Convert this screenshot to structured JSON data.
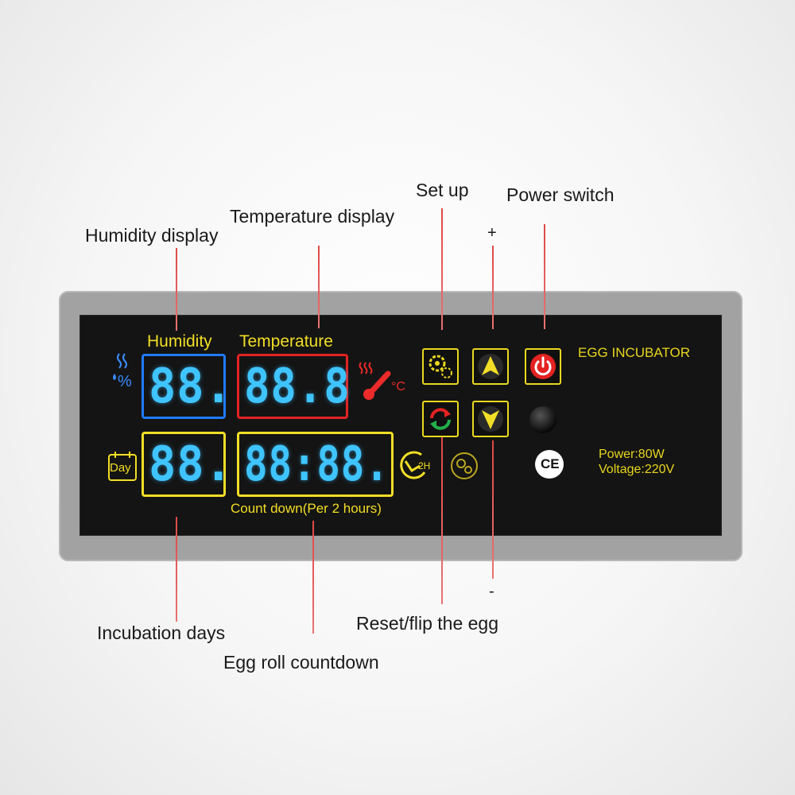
{
  "callouts": {
    "set_up": "Set up",
    "power_switch": "Power switch",
    "temperature_display": "Temperature display",
    "humidity_display": "Humidity display",
    "plus": "+",
    "minus": "-",
    "incubation_days": "Incubation days",
    "reset_flip": "Reset/flip the egg",
    "egg_roll_countdown": "Egg roll countdown"
  },
  "panel": {
    "humidity_label": "Humidity",
    "temperature_label": "Temperature",
    "humidity_digits": "88.",
    "temperature_digits": "88.8",
    "days_digits": "88.",
    "countdown_digits": "88:88.",
    "countdown_label": "Count down(Per 2 hours)",
    "title": "EGG INCUBATOR",
    "power_spec": "Power:80W",
    "voltage_spec": "Voltage:220V",
    "day_icon_text": "Day",
    "celsius": "°C",
    "timer_icon_text": "2H",
    "ce_mark": "CE"
  },
  "colors": {
    "yellow": "#f2de26",
    "blue": "#1f7bff",
    "red": "#e32222",
    "digit": "#3fc4ff",
    "leader": "#e04848"
  }
}
